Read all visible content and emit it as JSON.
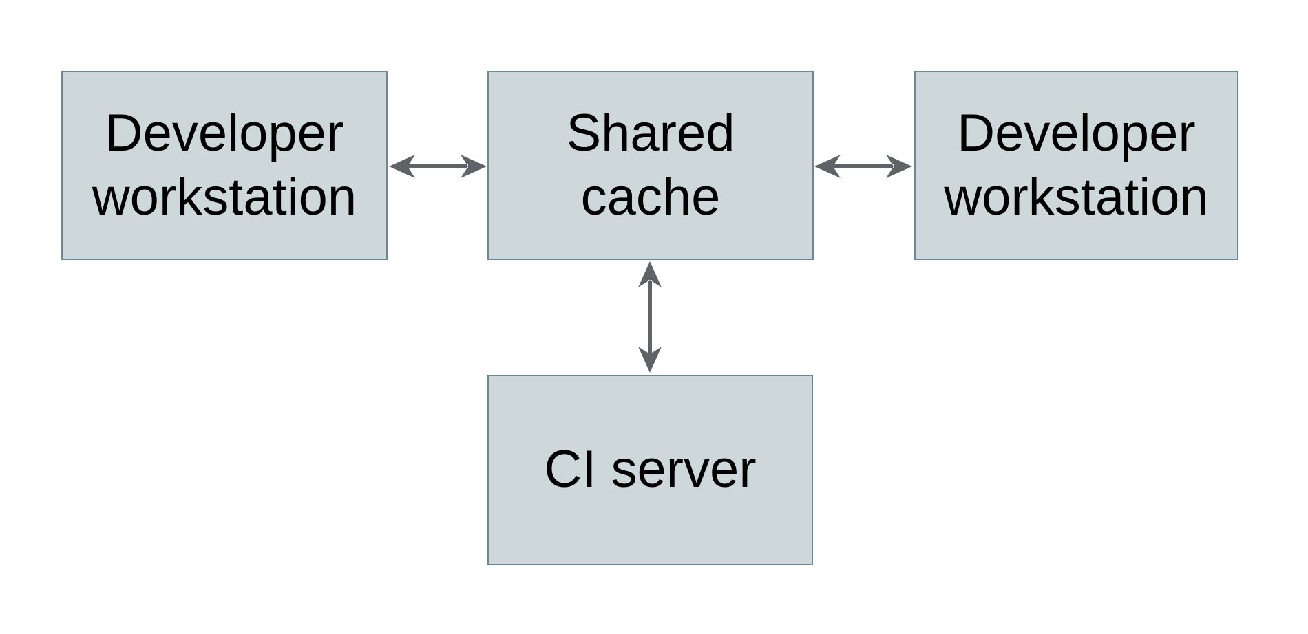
{
  "diagram": {
    "type": "architecture-diagram",
    "nodes": [
      {
        "id": "developer-workstation-left",
        "label": "Developer\nworkstation"
      },
      {
        "id": "shared-cache",
        "label": "Shared\ncache"
      },
      {
        "id": "developer-workstation-right",
        "label": "Developer\nworkstation"
      },
      {
        "id": "ci-server",
        "label": "CI server"
      }
    ],
    "edges": [
      {
        "from": "developer-workstation-left",
        "to": "shared-cache",
        "direction": "bidirectional",
        "orientation": "horizontal"
      },
      {
        "from": "developer-workstation-right",
        "to": "shared-cache",
        "direction": "bidirectional",
        "orientation": "horizontal"
      },
      {
        "from": "ci-server",
        "to": "shared-cache",
        "direction": "bidirectional",
        "orientation": "vertical"
      }
    ],
    "colors": {
      "background": "#ffffff",
      "node_fill": "#ced7da",
      "node_border": "#6d8796",
      "arrow": "#5f6368",
      "text": "#000000"
    }
  }
}
